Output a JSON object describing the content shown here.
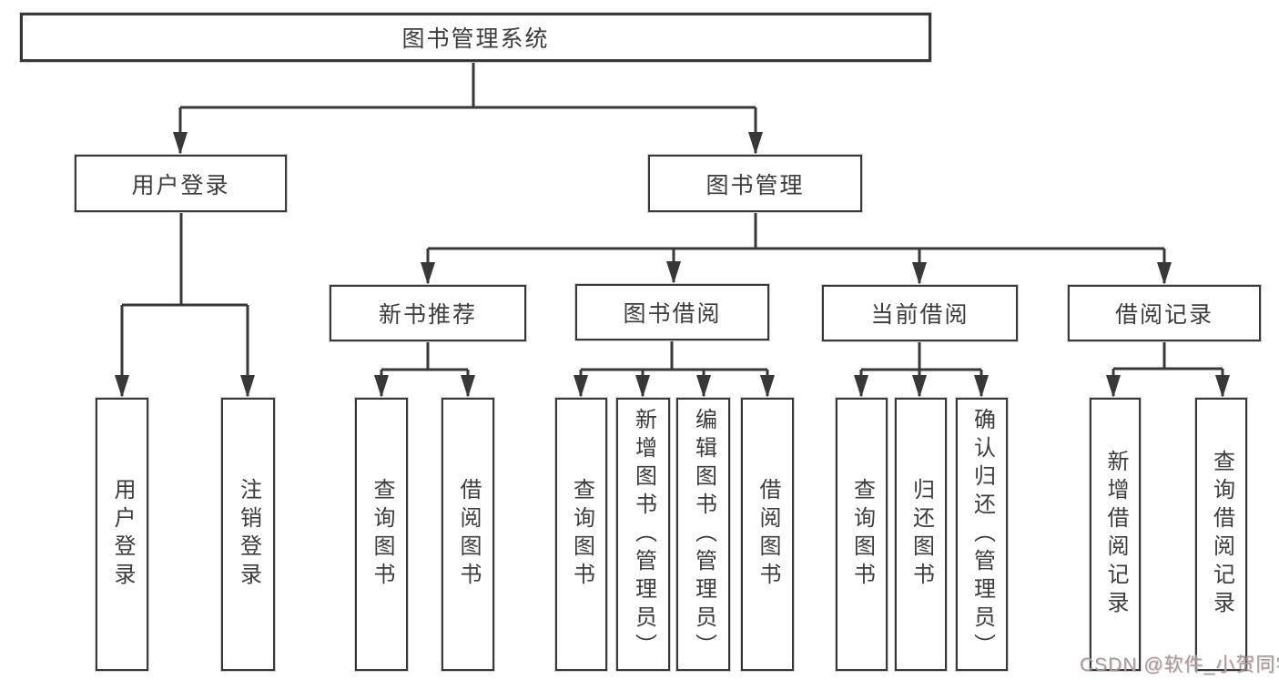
{
  "diagram": {
    "title": "图书管理系统",
    "root": "图书管理系统",
    "level2": {
      "user_login": "用户登录",
      "book_management": "图书管理"
    },
    "level3": {
      "new_book_recommend": "新书推荐",
      "book_borrow": "图书借阅",
      "current_borrow": "当前借阅",
      "borrow_records": "借阅记录"
    },
    "leaves": {
      "user_login": "用户登录",
      "logout": "注销登录",
      "recommend_query_book": "查询图书",
      "recommend_borrow_book": "借阅图书",
      "borrow_query_book": "查询图书",
      "borrow_add_book_admin": "新增图书（管理员）",
      "borrow_edit_book_admin": "编辑图书（管理员）",
      "borrow_borrow_book": "借阅图书",
      "current_query_book": "查询图书",
      "current_return_book": "归还图书",
      "current_confirm_return_admin": "确认归还（管理员）",
      "records_add_record": "新增借阅记录",
      "records_query_record": "查询借阅记录"
    }
  },
  "watermark": "CSDN @软件_小贺同学",
  "colors": {
    "line": "#383838",
    "text": "#3c3c3c",
    "box_background": "#ffffff",
    "watermark": "#9e9e9e"
  }
}
